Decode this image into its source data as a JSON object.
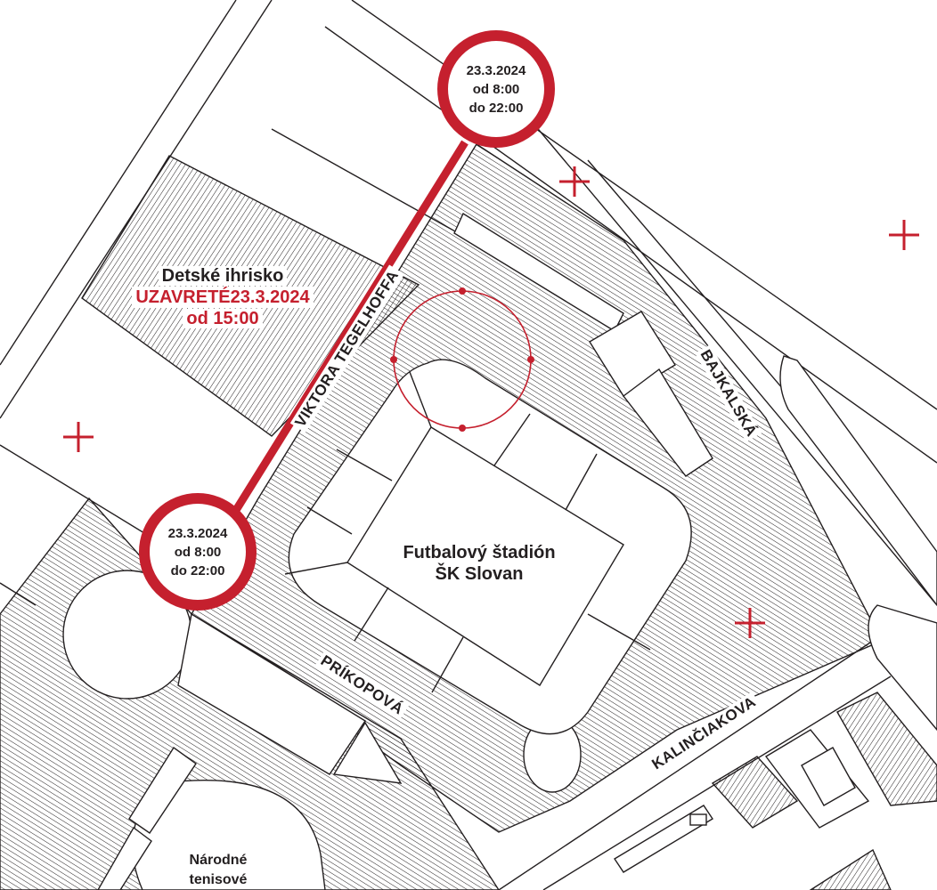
{
  "colors": {
    "accent": "#c5202e",
    "ink": "#231f20"
  },
  "closures": [
    {
      "date": "23.3.2024",
      "from": "od 8:00",
      "to": "do 22:00"
    },
    {
      "date": "23.3.2024",
      "from": "od 8:00",
      "to": "do 22:00"
    }
  ],
  "playground": {
    "name": "Detské ihrisko",
    "closed_label": "UZAVRETÉ",
    "closed_date": "23.3.2024",
    "closed_time": "od 15:00"
  },
  "stadium": {
    "line1": "Futbalový štadión",
    "line2": "ŠK Slovan"
  },
  "tennis": {
    "line1": "Národné",
    "line2": "tenisové"
  },
  "streets": {
    "tegelhoffa": "VIKTORA TEGELHOFFA",
    "bajkalska": "BAJKALSKÁ",
    "prikopova": "PRÍKOPOVÁ",
    "kalinciakova": "KALINČIAKOVA"
  },
  "icons": [
    "cross-marker-icon",
    "closure-circle-icon"
  ]
}
